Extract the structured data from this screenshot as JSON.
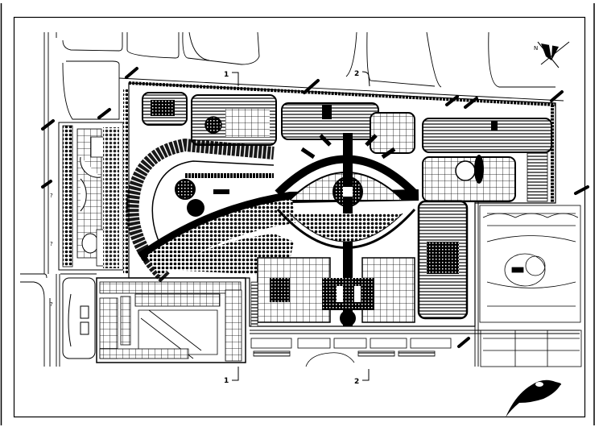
{
  "drawing": {
    "type": "residential site master plan",
    "colors": {
      "ink": "#000000",
      "paper": "#ffffff",
      "shade": "#9a9a9a"
    },
    "section_markers": {
      "top": [
        {
          "label": "1"
        },
        {
          "label": "2"
        }
      ],
      "bottom": [
        {
          "label": "1"
        },
        {
          "label": "2"
        }
      ]
    },
    "north_arrow": {
      "label": "N"
    },
    "logo": {
      "icon": "leaf-logo-icon"
    },
    "road_markers": [
      {
        "label": "?"
      },
      {
        "label": "?"
      },
      {
        "label": "?"
      }
    ]
  }
}
